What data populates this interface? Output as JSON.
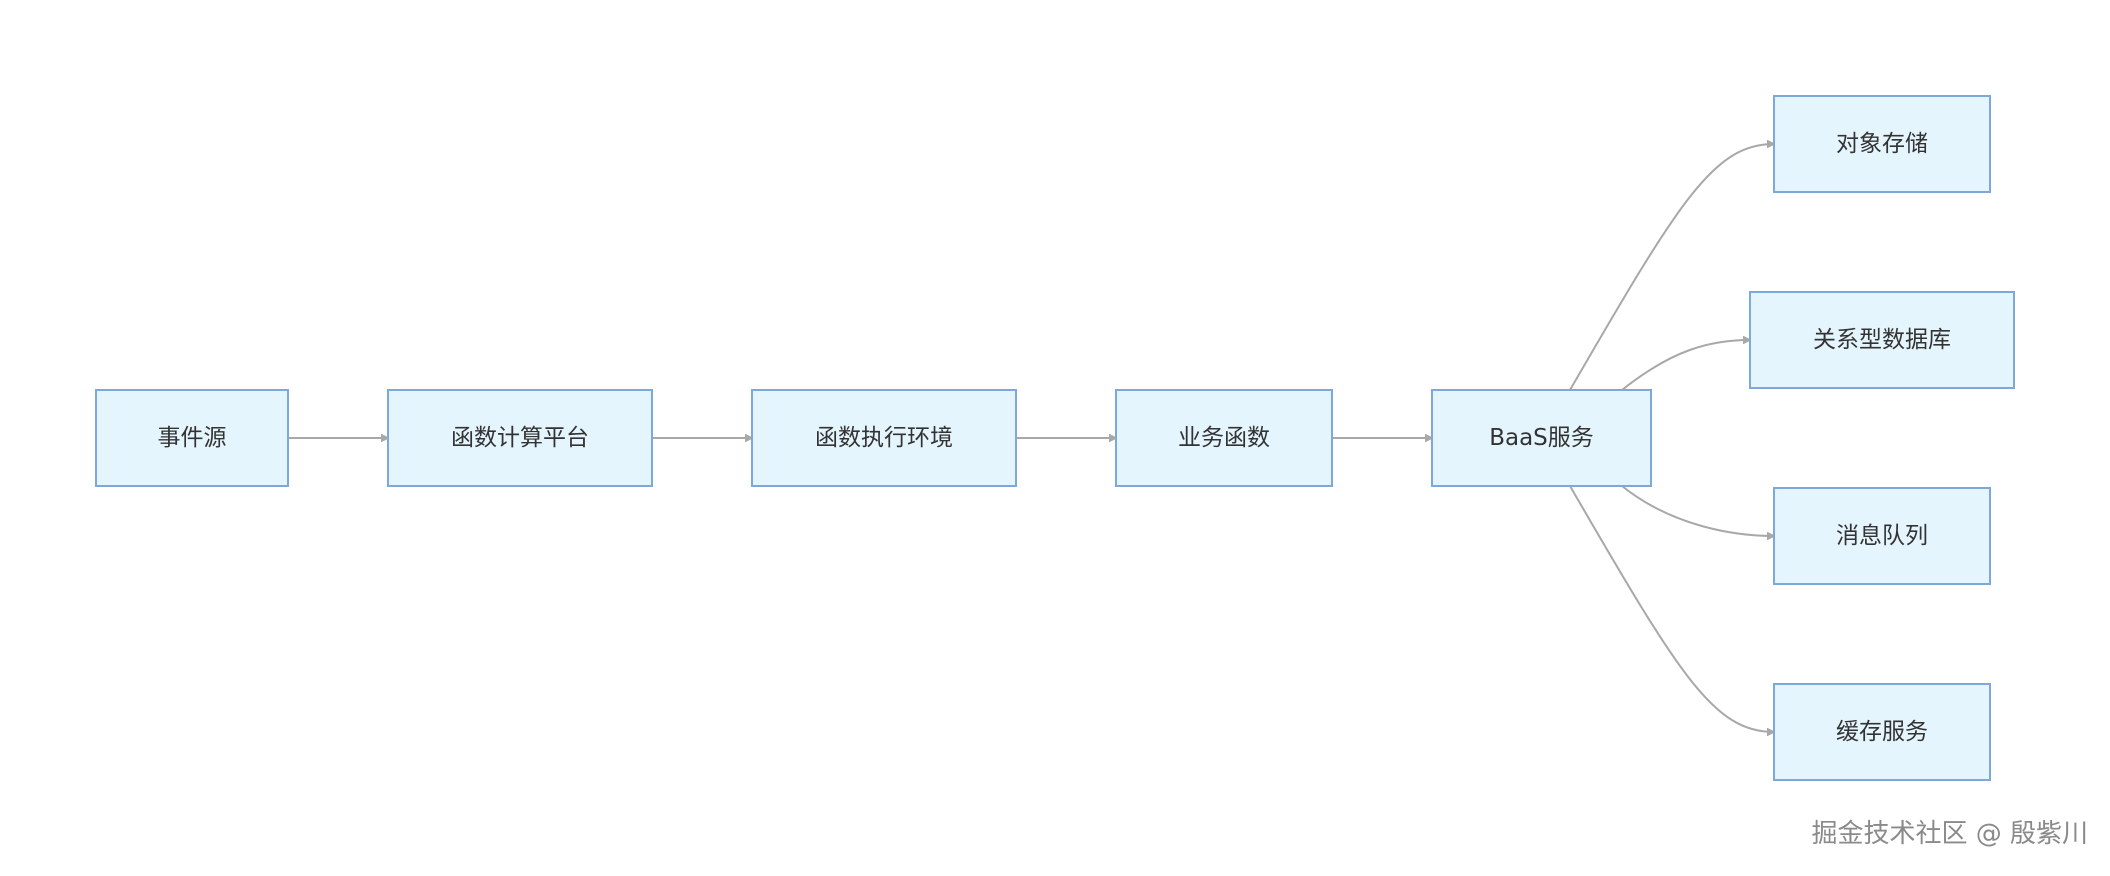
{
  "diagram": {
    "nodes": [
      {
        "id": "event-source",
        "label": "事件源"
      },
      {
        "id": "fc-platform",
        "label": "函数计算平台"
      },
      {
        "id": "fn-runtime",
        "label": "函数执行环境"
      },
      {
        "id": "biz-fn",
        "label": "业务函数"
      },
      {
        "id": "baas",
        "label": "BaaS服务"
      },
      {
        "id": "object-storage",
        "label": "对象存储"
      },
      {
        "id": "rdb",
        "label": "关系型数据库"
      },
      {
        "id": "mq",
        "label": "消息队列"
      },
      {
        "id": "cache",
        "label": "缓存服务"
      }
    ],
    "edges": [
      {
        "from": "event-source",
        "to": "fc-platform"
      },
      {
        "from": "fc-platform",
        "to": "fn-runtime"
      },
      {
        "from": "fn-runtime",
        "to": "biz-fn"
      },
      {
        "from": "biz-fn",
        "to": "baas"
      },
      {
        "from": "baas",
        "to": "object-storage"
      },
      {
        "from": "baas",
        "to": "rdb"
      },
      {
        "from": "baas",
        "to": "mq"
      },
      {
        "from": "baas",
        "to": "cache"
      }
    ],
    "colors": {
      "node_fill": "#e5f5fd",
      "node_border": "#7ea8dc",
      "edge": "#a8a8a8",
      "text": "#333333"
    }
  },
  "watermark": "掘金技术社区 @ 殷紫川"
}
